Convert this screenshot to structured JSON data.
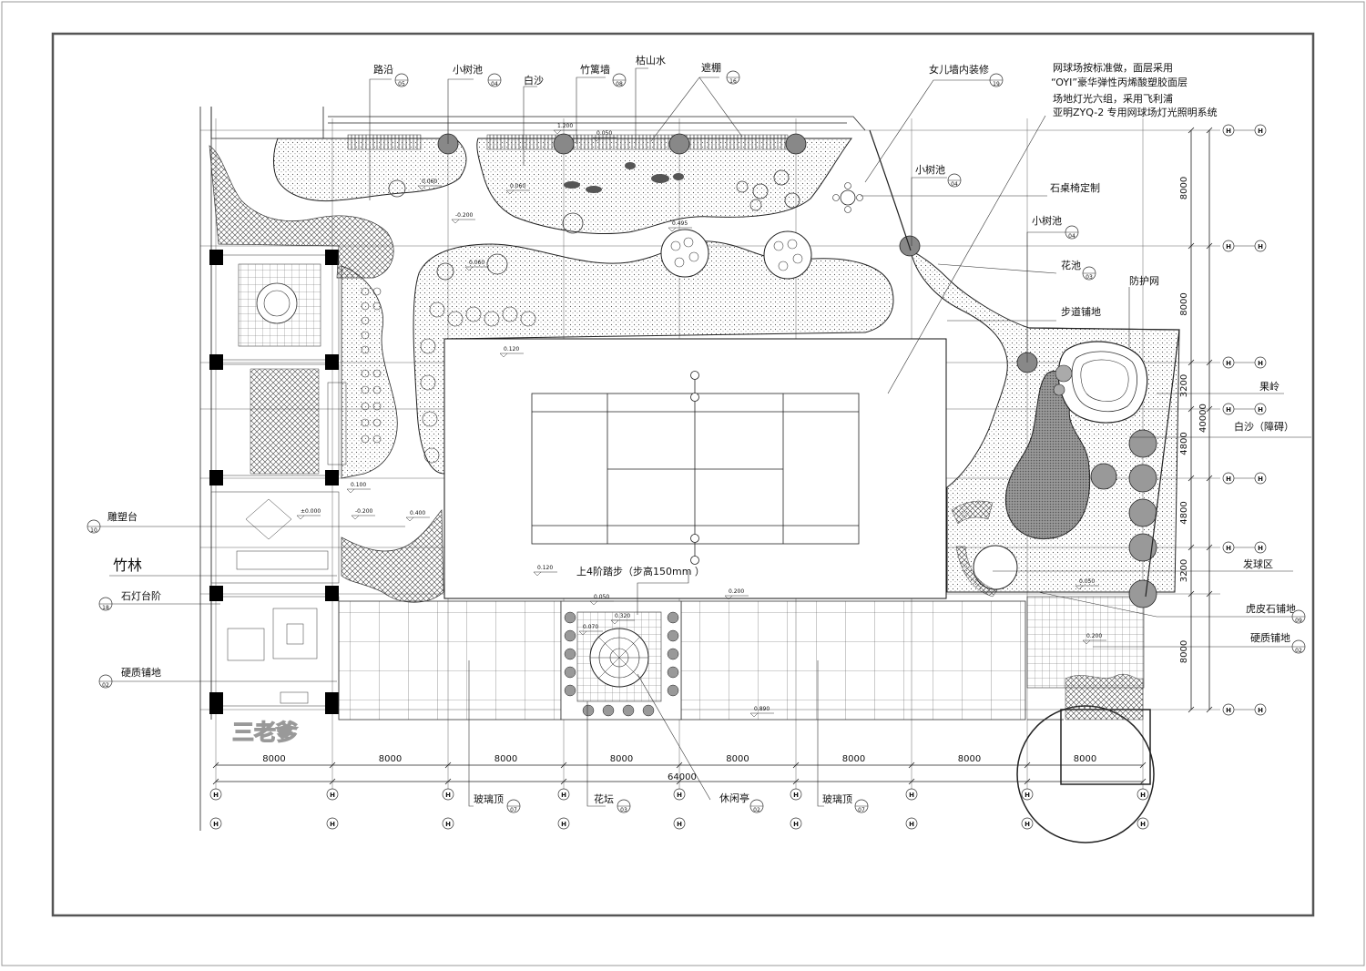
{
  "labels": {
    "lubian": "路沿",
    "xiaoshuchi_top": "小树池",
    "baisha_top": "白沙",
    "zhulieqiang": "竹篱墙",
    "kushanshui": "枯山水",
    "zhepeng": "遮棚",
    "nverqiang": "女儿墙内装修",
    "tennis_note_1": "网球场按标准做，面层采用",
    "tennis_note_2": "“OYI”豪华弹性丙烯酸塑胶面层",
    "tennis_note_3": "场地灯光六组，采用飞利浦",
    "tennis_note_4": "亚明ZYQ-2  专用网球场灯光照明系统",
    "xiaoshuchi_r1": "小树池",
    "shizhuoyi": "石桌椅定制",
    "xiaoshuchi_r2": "小树池",
    "huachi": "花池",
    "fanghuwang": "防护网",
    "budaopudi": "步道铺地",
    "guoling": "果岭",
    "baisha_right": "白沙（障碍）",
    "faqiuqu": "发球区",
    "hupishi": "虎皮石铺地",
    "yingzhi_right": "硬质铺地",
    "diaosutai": "雕塑台",
    "zhulin": "竹林",
    "shidengtaijie": "石灯台阶",
    "yingzhi_left": "硬质铺地",
    "steps_note": "上4阶踏步（步高150mm   ）",
    "boliding_1": "玻璃顶",
    "huatan": "花坛",
    "xiuxianting": "休闲亭",
    "boliding_2": "玻璃顶",
    "watermark": "三老爹"
  },
  "bubble_marks": {
    "lubian": "05",
    "xiaoshuchi_top": "04",
    "zhulieqiang": "08",
    "zhepeng": "16",
    "nverqiang": "19",
    "xiaoshuchi_r1": "04",
    "xiaoshuchi_r2": "04",
    "huachi": "03",
    "hupishi": "09",
    "yingzhi_right": "02",
    "diaosutai": "10",
    "shidengtaijie": "18",
    "yingzhi_left": "02",
    "boliding_1": "07",
    "huatan": "03",
    "xiuxianting": "02",
    "boliding_2": "07"
  },
  "elevations": [
    "0.060",
    "0.060",
    "-0.200",
    "0.495",
    "0.060",
    "0.120",
    "0.100",
    "±0.000",
    "-0.200",
    "0.400",
    "0.120",
    "0.050",
    "0.320",
    "0.070",
    "0.200",
    "0.050",
    "0.200",
    "0.890",
    "1.200",
    "0.050"
  ],
  "dims_bottom": [
    "8000",
    "8000",
    "8000",
    "8000",
    "8000",
    "8000",
    "8000",
    "8000"
  ],
  "dim_total": "64000",
  "dims_right": [
    "8000",
    "8000",
    "3200",
    "4800",
    "4800",
    "3200",
    "8000"
  ],
  "dim_right_total": "40000",
  "axis_bottom_row1": [
    "H",
    "H",
    "H",
    "H",
    "H",
    "H",
    "H",
    "H",
    "H"
  ],
  "axis_bottom_row2": [
    "H",
    "H",
    "H",
    "H",
    "H",
    "H",
    "H",
    "H",
    "H"
  ],
  "axis_right": [
    "H",
    "H",
    "H",
    "H",
    "H",
    "H",
    "H"
  ]
}
